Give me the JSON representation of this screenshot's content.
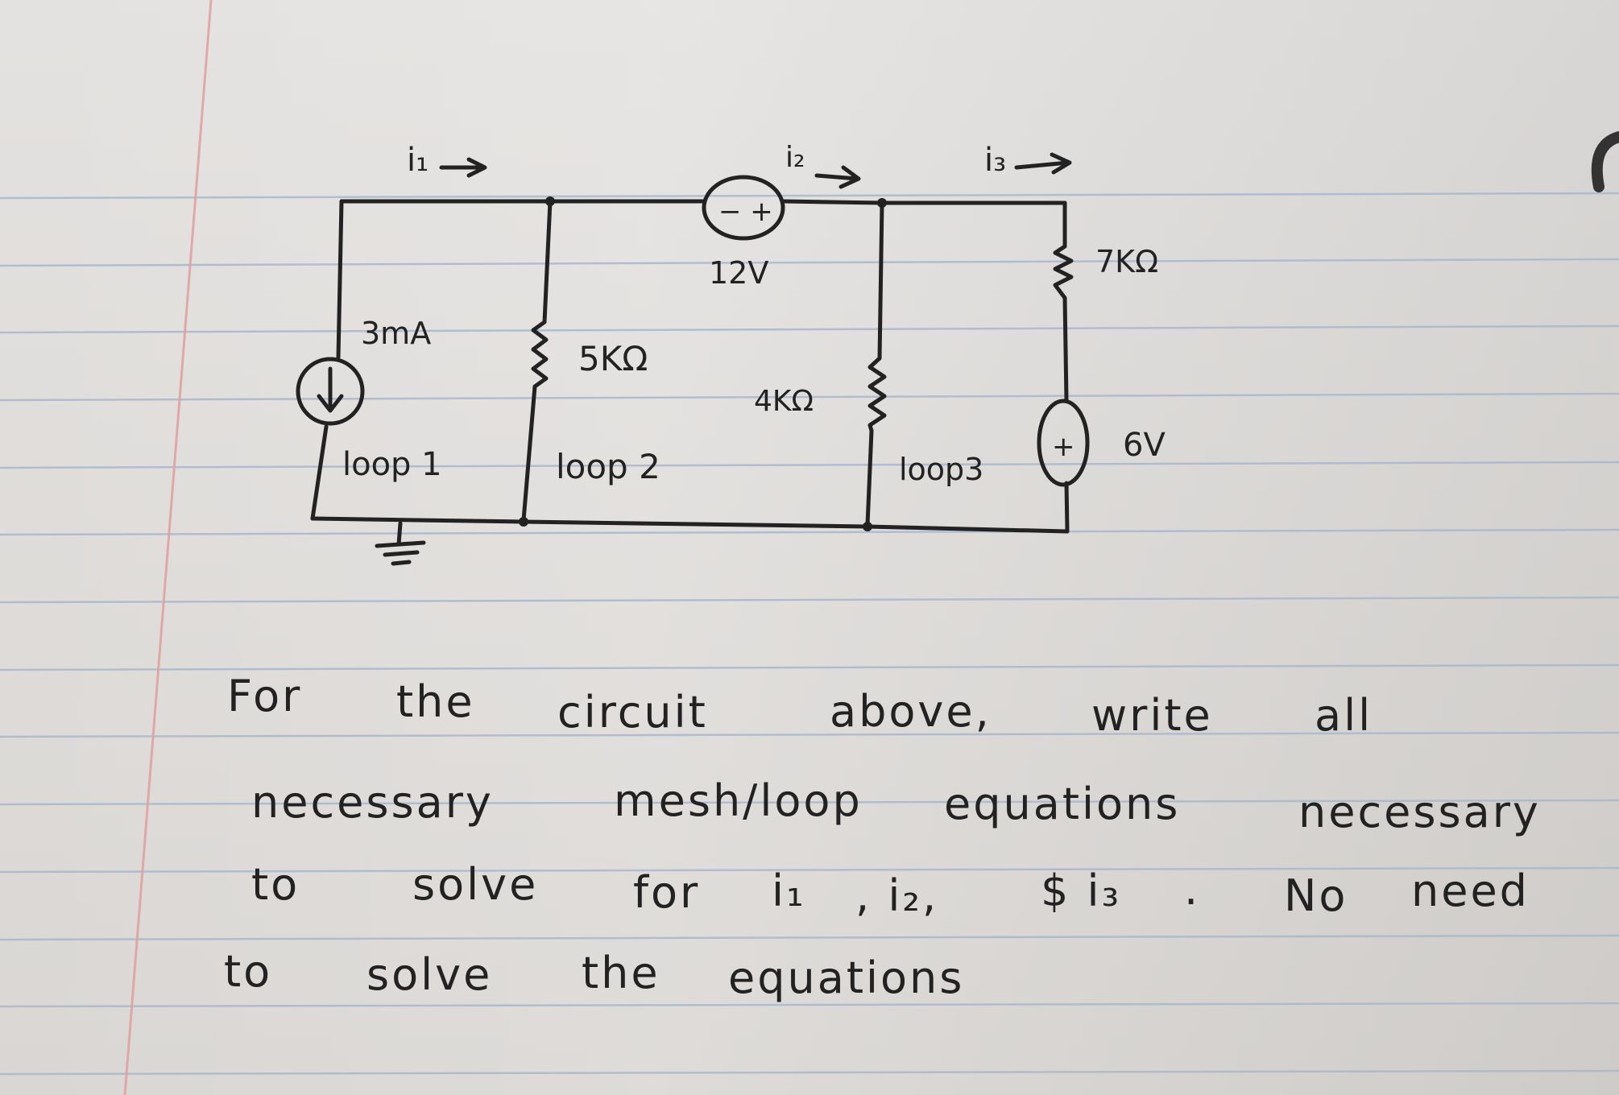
{
  "diagram": {
    "current_labels": [
      "i₁",
      "i₂",
      "i₃"
    ],
    "current_source_value": "3mA",
    "voltage_source_12": "12V",
    "voltage_source_12_polarity": "− +",
    "voltage_source_6": "6V",
    "voltage_source_6_polarity": "+",
    "resistor_5k": "5KΩ",
    "resistor_4k": "4KΩ",
    "resistor_7k": "7KΩ",
    "loop_labels": [
      "loop 1",
      "loop 2",
      "loop3"
    ]
  },
  "prompt": {
    "line1": [
      "For",
      "the",
      "circuit",
      "above,",
      "write",
      "all"
    ],
    "line2": [
      "necessary",
      "mesh/loop",
      "equations",
      "necessary"
    ],
    "line3": [
      "to",
      "solve",
      "for",
      "i₁",
      ", i₂,",
      "$ i₃",
      ".",
      "No",
      "need"
    ],
    "line4": [
      "to",
      "solve",
      "the",
      "equations"
    ]
  },
  "colors": {
    "ink": "#222222",
    "rule_line": "#9fb0c8",
    "margin_line": "#e2a3a0"
  }
}
